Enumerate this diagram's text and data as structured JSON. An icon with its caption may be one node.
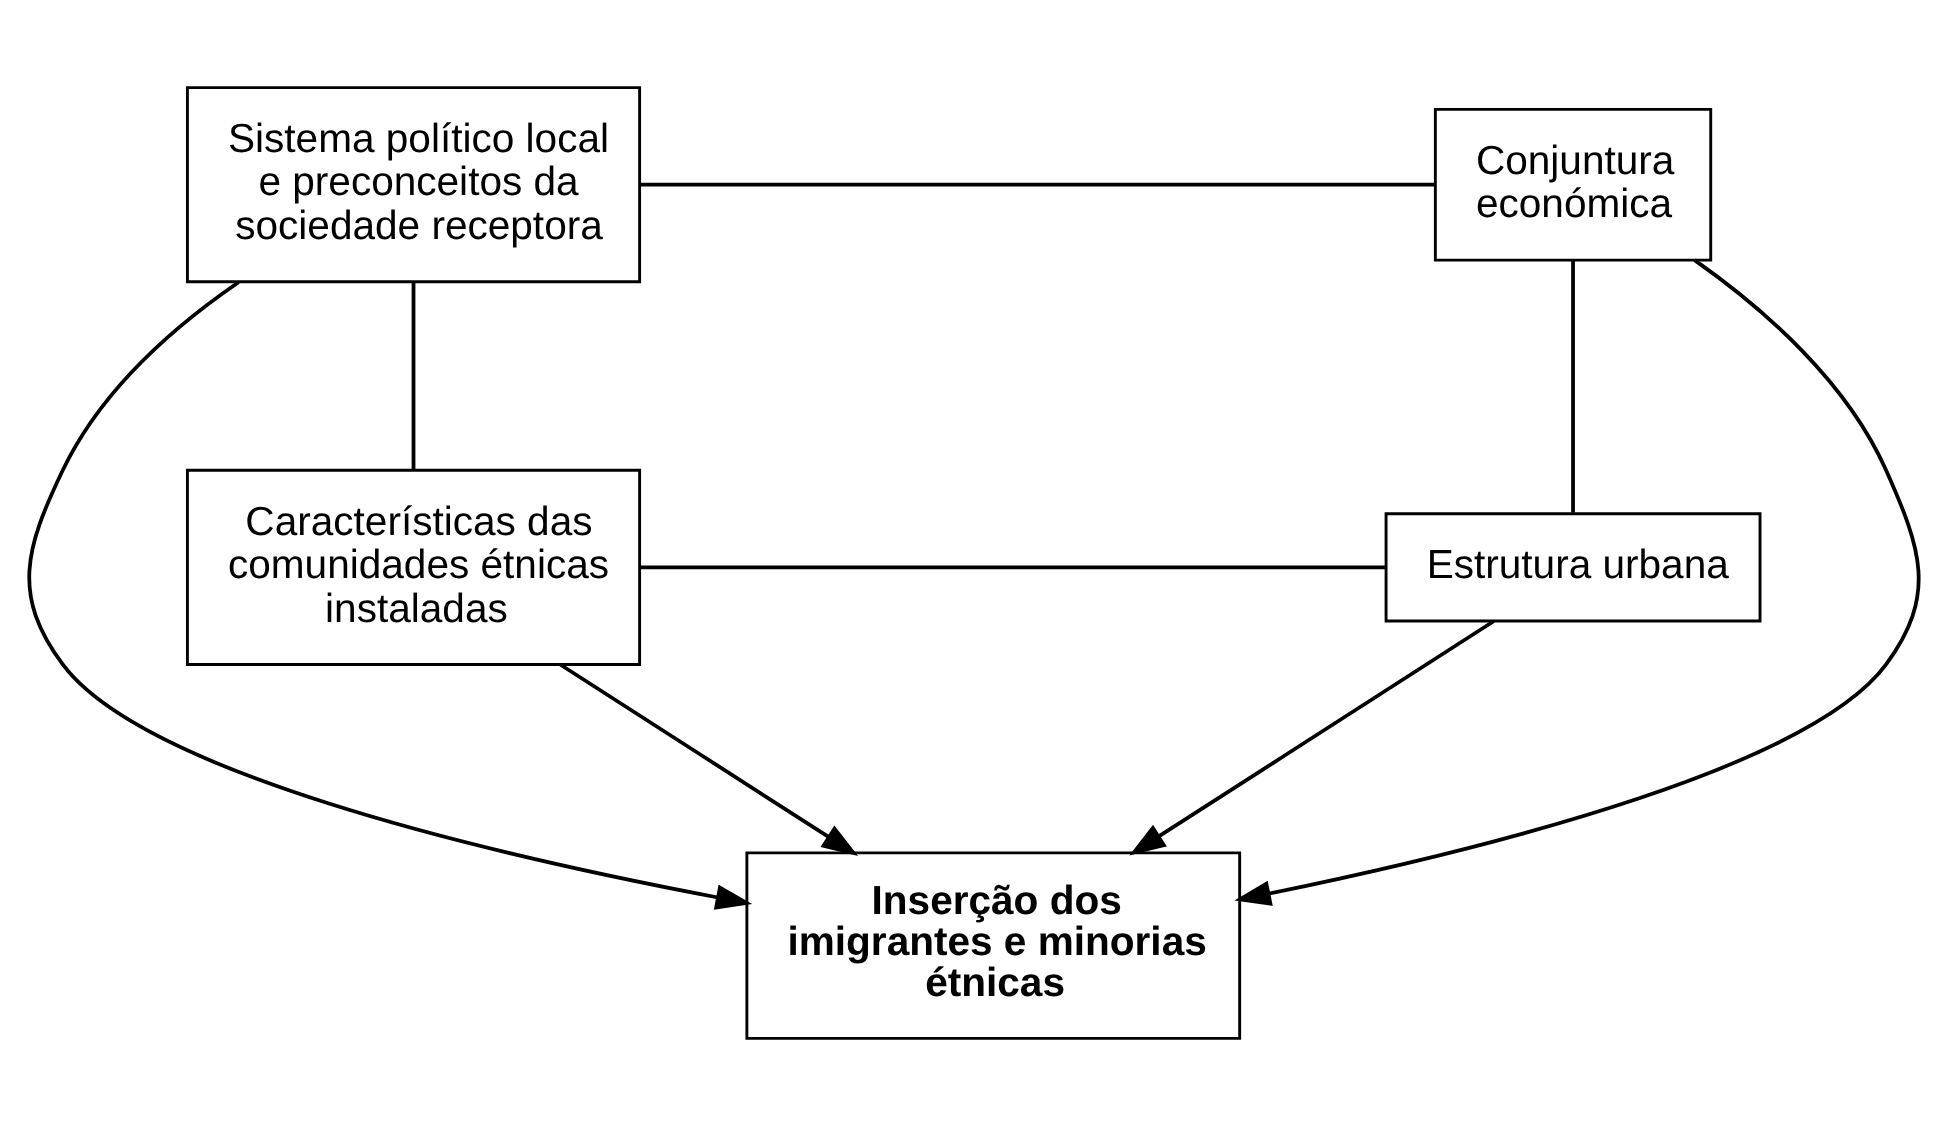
{
  "diagram": {
    "nodes": [
      {
        "text": [
          "Sistema político local e preconceitos da sociedade receptora"
        ]
      },
      {
        "text": [
          "Conjuntura económica"
        ]
      },
      {
        "text": [
          "Inserção dos imigrantes e minorias étnicas"
        ]
      },
      {
        "text": [
          "Características das comunidades étnicas instaladas"
        ]
      },
      {
        "text": [
          "Estrutura urbana"
        ]
      }
    ],
    "edges": [
      {
        "from": 0,
        "to": 1,
        "arrow": "none"
      },
      {
        "from": 0,
        "to": 3,
        "arrow": "none"
      },
      {
        "from": 1,
        "to": 4,
        "arrow": "none"
      },
      {
        "from": 3,
        "to": 4,
        "arrow": "none"
      },
      {
        "from": 0,
        "to": 2,
        "arrow": "to"
      },
      {
        "from": 1,
        "to": 2,
        "arrow": "to"
      },
      {
        "from": 3,
        "to": 2,
        "arrow": "to"
      },
      {
        "from": 4,
        "to": 2,
        "arrow": "to"
      }
    ]
  }
}
